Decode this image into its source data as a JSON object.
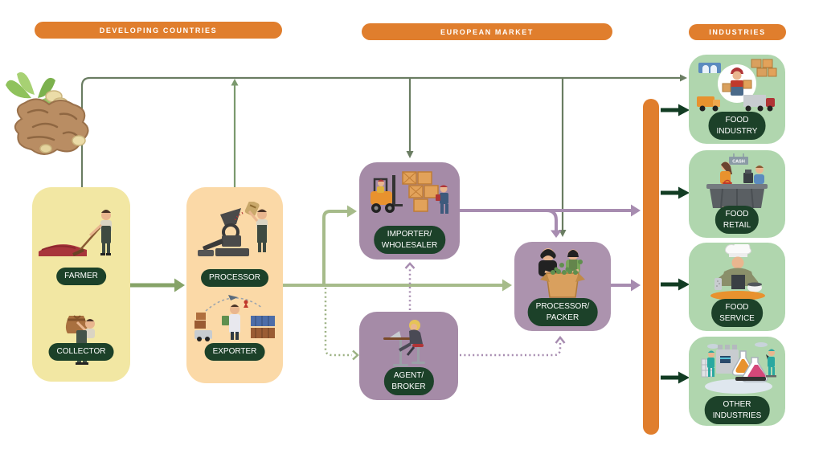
{
  "stages": [
    {
      "label": "DEVELOPING COUNTRIES"
    },
    {
      "label": "EUROPEAN MARKET"
    },
    {
      "label": "INDUSTRIES"
    }
  ],
  "chain": {
    "farmer": {
      "label": "FARMER"
    },
    "collector": {
      "label": "COLLECTOR"
    },
    "processor": {
      "label": "PROCESSOR"
    },
    "exporter": {
      "label": "EXPORTER"
    },
    "importer_wholesaler": {
      "label": "IMPORTER/\nWHOLESALER"
    },
    "agent_broker": {
      "label": "AGENT/\nBROKER"
    },
    "processor_packer": {
      "label": "PROCESSOR/\nPACKER"
    }
  },
  "industries": {
    "food_industry": {
      "label": "FOOD\nINDUSTRY"
    },
    "food_retail": {
      "label": "FOOD\nRETAIL",
      "sign": "CASH"
    },
    "food_service": {
      "label": "FOOD\nSERVICE"
    },
    "other_industries": {
      "label": "OTHER\nINDUSTRIES"
    }
  },
  "colors": {
    "orange": "#E07E2D",
    "yellow_box": "#F2E7A3",
    "peach_box": "#FBD9A7",
    "purple_box": "#A58BA7",
    "green_box": "#B0D6AE",
    "pill_green": "#1C4129",
    "line_sage": "#6A7D62",
    "line_green_up": "#7B996E",
    "arrow_green_mid": "#86A368",
    "line_sage_light": "#A6BB8A",
    "dotted_green": "#9CB183",
    "line_purple": "#A78CB0",
    "arrow_dark_green": "#123C23"
  }
}
